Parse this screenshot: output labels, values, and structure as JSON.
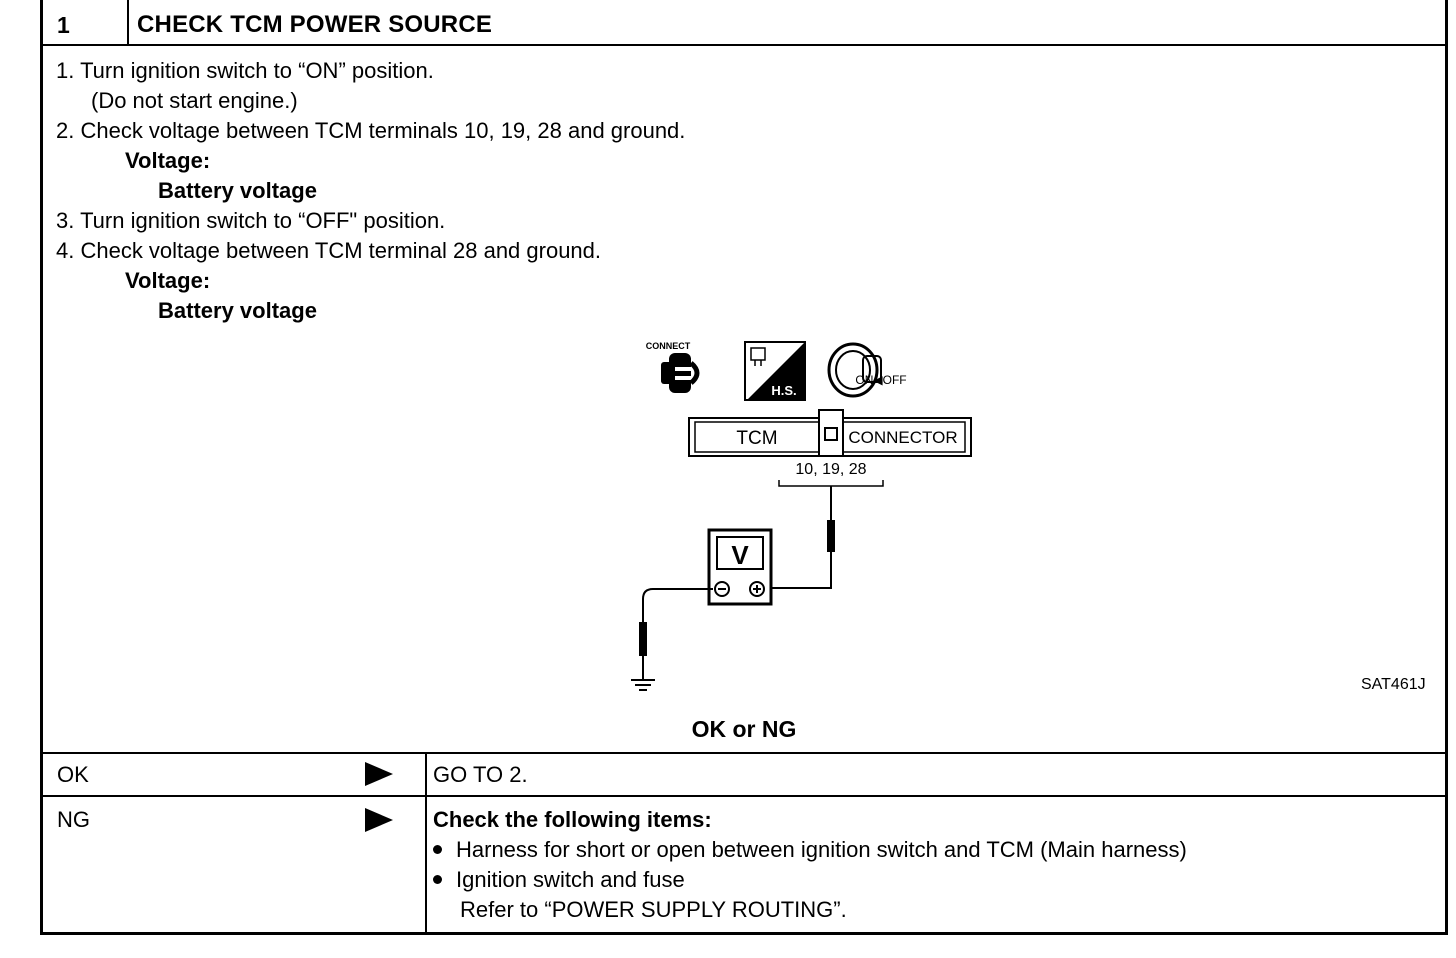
{
  "header": {
    "number": "1",
    "title": "CHECK TCM POWER SOURCE"
  },
  "steps": {
    "s1": "1.  Turn ignition switch to “ON” position.",
    "s1_note": "(Do not start engine.)",
    "s2": "2.  Check voltage between TCM terminals 10, 19, 28 and ground.",
    "s2_label": "Voltage:",
    "s2_value": "Battery voltage",
    "s3": "3.  Turn ignition switch to “OFF\" position.",
    "s4": "4.  Check voltage between TCM terminal 28 and ground.",
    "s4_label": "Voltage:",
    "s4_value": "Battery voltage"
  },
  "diagram": {
    "connect_label": "CONNECT",
    "hs_label": "H.S.",
    "key_label": "ON◀OFF",
    "tcm_label": "TCM",
    "connector_label": "CONNECTOR",
    "terminals": "10,  19,  28",
    "meter_label": "V",
    "figure_id": "SAT461J"
  },
  "question": "OK or NG",
  "results": {
    "ok_label": "OK",
    "ok_action": "GO TO 2.",
    "ng_label": "NG",
    "ng_heading": "Check the following items:",
    "ng_item1": "Harness for short or open between ignition switch and TCM (Main harness)",
    "ng_item2": "Ignition switch and fuse",
    "ng_item2_note": "Refer to “POWER SUPPLY ROUTING”."
  }
}
